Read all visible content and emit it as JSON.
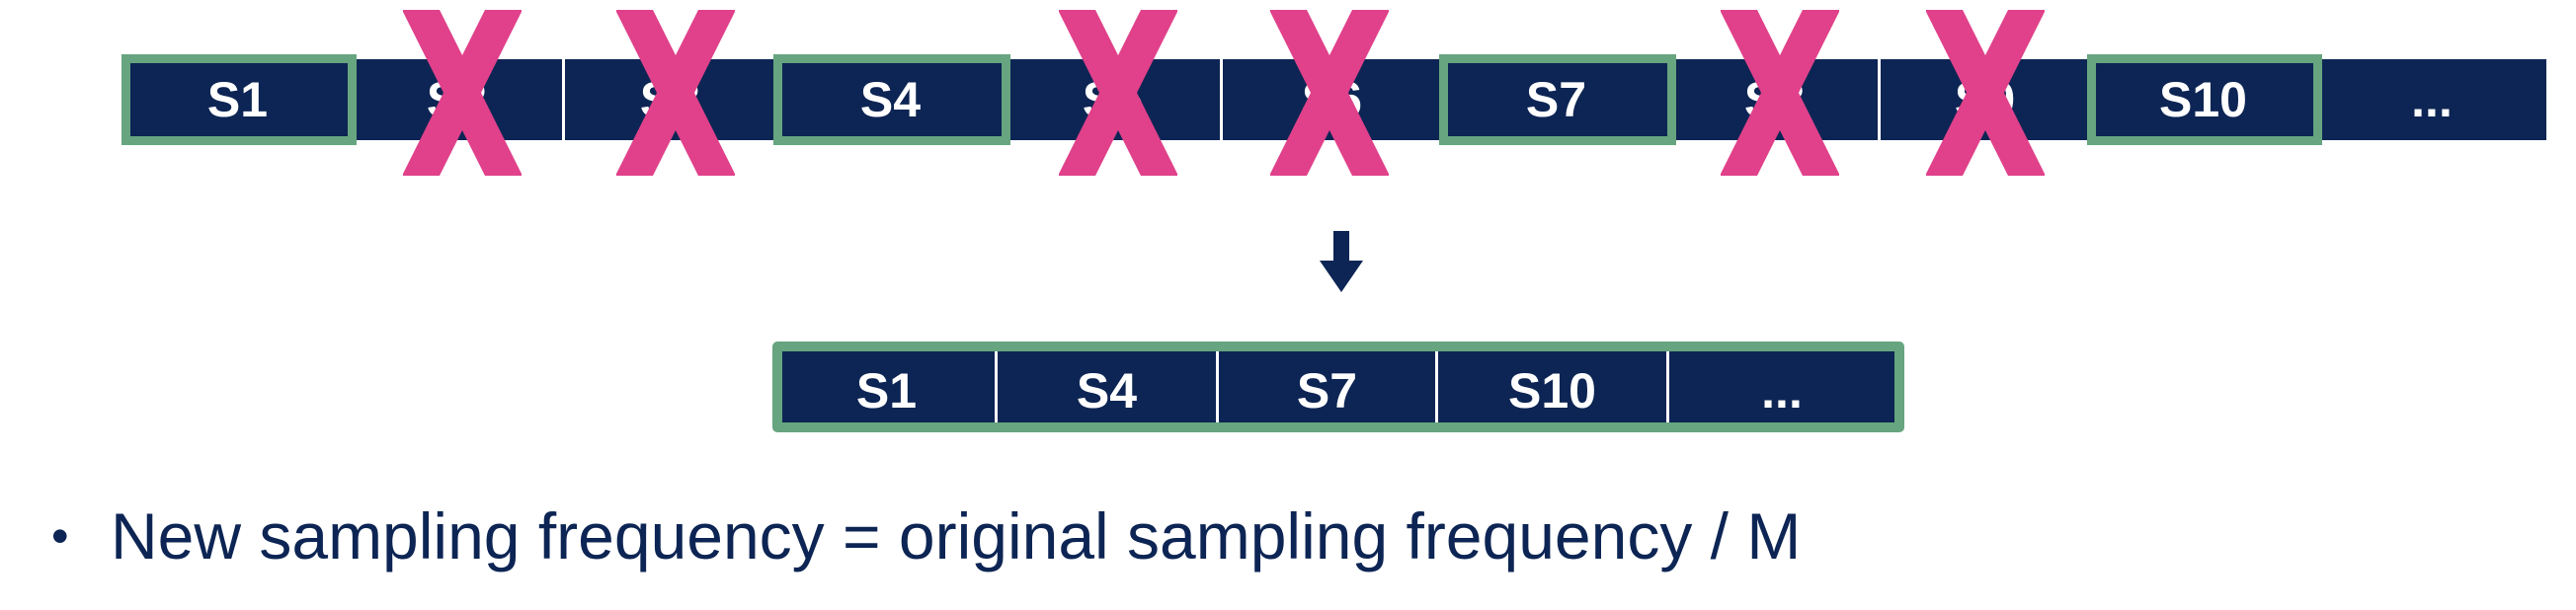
{
  "top_row": {
    "cells": [
      {
        "label": "S1",
        "kept": true
      },
      {
        "label": "S2",
        "kept": false
      },
      {
        "label": "S3",
        "kept": false
      },
      {
        "label": "S4",
        "kept": true
      },
      {
        "label": "S5",
        "kept": false
      },
      {
        "label": "S6",
        "kept": false
      },
      {
        "label": "S7",
        "kept": true
      },
      {
        "label": "S8",
        "kept": false
      },
      {
        "label": "S9",
        "kept": false
      },
      {
        "label": "S10",
        "kept": true
      },
      {
        "label": "...",
        "kept": false
      }
    ]
  },
  "bottom_row": {
    "cells": [
      "S1",
      "S4",
      "S7",
      "S10",
      "..."
    ]
  },
  "bullet": {
    "text": "New sampling frequency = original sampling frequency / M"
  },
  "colors": {
    "cell_fill": "#0d2554",
    "kept_outline": "#66a57f",
    "cross": "#e0418a"
  },
  "icons": {
    "removed_marker": "x-cross-icon",
    "direction": "down-arrow-icon"
  }
}
